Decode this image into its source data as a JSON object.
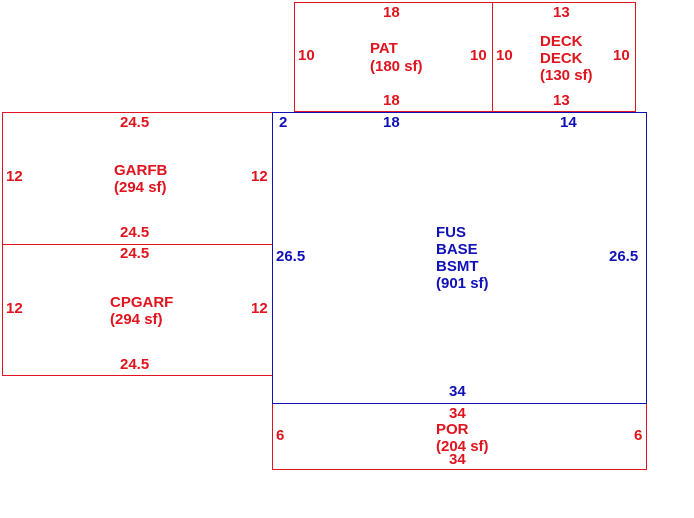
{
  "colors": {
    "area_line": "#e0141e",
    "main_line": "#1111b8"
  },
  "areas": {
    "pat": {
      "name": "PAT",
      "area": "(180 sf)",
      "top": "18",
      "bottom": "18",
      "left": "10",
      "right": "10"
    },
    "deck": {
      "name1": "DECK",
      "name2": "DECK",
      "area": "(130 sf)",
      "top": "13",
      "bottom": "13",
      "left": "10",
      "right": "10"
    },
    "garfb": {
      "name": "GARFB",
      "area": "(294 sf)",
      "top": "24.5",
      "bottom": "24.5",
      "left": "12",
      "right": "12"
    },
    "cpgarf": {
      "name": "CPGARF",
      "area": "(294 sf)",
      "top": "24.5",
      "bottom": "24.5",
      "left": "12",
      "right": "12"
    },
    "main": {
      "name1": "FUS",
      "name2": "BASE",
      "name3": "BSMT",
      "area": "(901 sf)",
      "corner": "2",
      "top_a": "18",
      "top_b": "14",
      "left": "26.5",
      "right": "26.5",
      "bottom": "34"
    },
    "por": {
      "name": "POR",
      "area": "(204 sf)",
      "top": "34",
      "bottom": "34",
      "left": "6",
      "right": "6"
    }
  }
}
